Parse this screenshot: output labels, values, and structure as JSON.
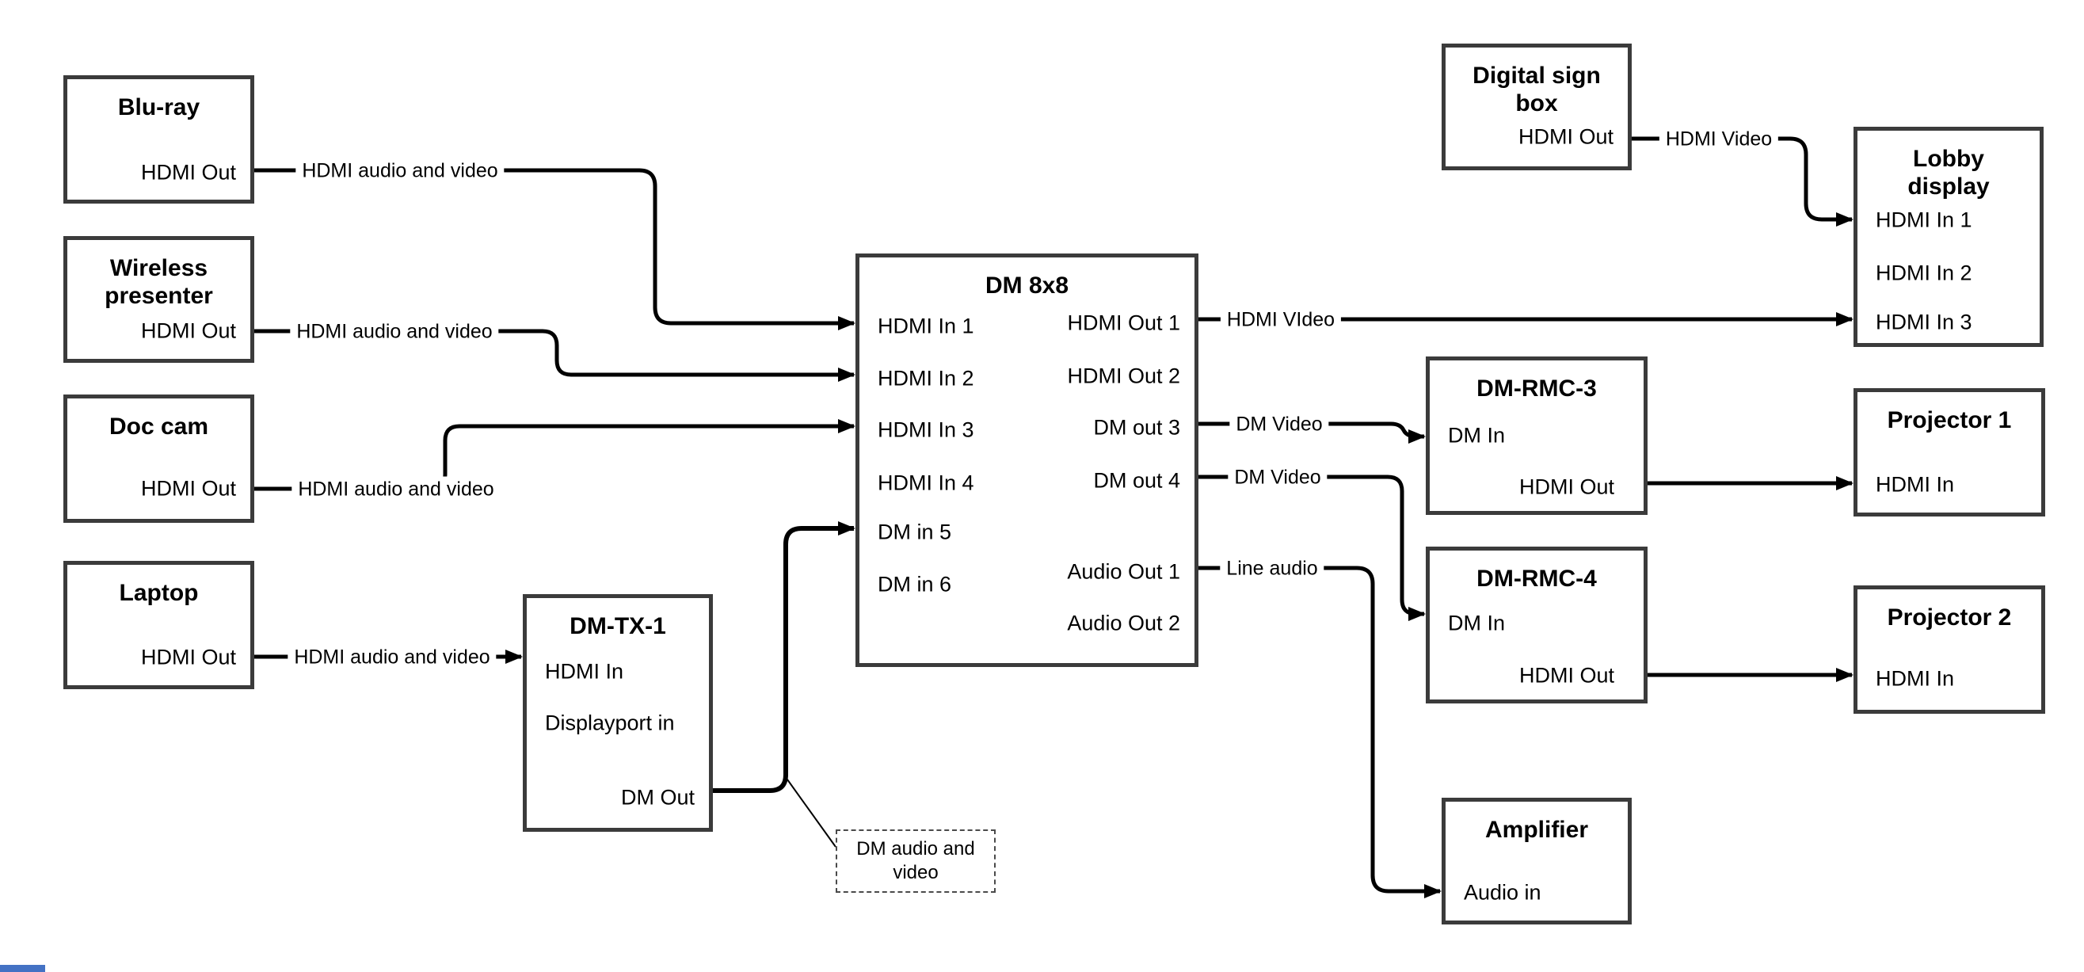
{
  "nodes": {
    "bluray": {
      "title": "Blu-ray",
      "port_hdmi_out": "HDMI Out"
    },
    "wireless": {
      "title": "Wireless presenter",
      "port_hdmi_out": "HDMI Out"
    },
    "doccam": {
      "title": "Doc cam",
      "port_hdmi_out": "HDMI Out"
    },
    "laptop": {
      "title": "Laptop",
      "port_hdmi_out": "HDMI Out"
    },
    "dmtx1": {
      "title": "DM-TX-1",
      "port_hdmi_in": "HDMI In",
      "port_dp_in": "Displayport in",
      "port_dm_out": "DM Out"
    },
    "dm8x8": {
      "title": "DM 8x8",
      "inputs": [
        "HDMI In 1",
        "HDMI In 2",
        "HDMI In 3",
        "HDMI In 4",
        "DM in 5",
        "DM in 6"
      ],
      "outputs": [
        "HDMI Out 1",
        "HDMI Out 2",
        "DM out 3",
        "DM out 4",
        "Audio Out 1",
        "Audio Out 2"
      ]
    },
    "signbox": {
      "title": "Digital sign box",
      "port_hdmi_out": "HDMI Out"
    },
    "lobby": {
      "title": "Lobby display",
      "inputs": [
        "HDMI In 1",
        "HDMI In 2",
        "HDMI In 3"
      ]
    },
    "rmc3": {
      "title": "DM-RMC-3",
      "port_dm_in": "DM In",
      "port_hdmi_out": "HDMI Out"
    },
    "proj1": {
      "title": "Projector 1",
      "port_hdmi_in": "HDMI In"
    },
    "rmc4": {
      "title": "DM-RMC-4",
      "port_dm_in": "DM In",
      "port_hdmi_out": "HDMI Out"
    },
    "proj2": {
      "title": "Projector 2",
      "port_hdmi_in": "HDMI In"
    },
    "amp": {
      "title": "Amplifier",
      "port_audio_in": "Audio in"
    }
  },
  "edges": {
    "bluray_to_dm": "HDMI audio and video",
    "wireless_to_dm": "HDMI audio and video",
    "doccam_to_dm": "HDMI audio and video",
    "laptop_to_tx": "HDMI audio and video",
    "hdmiout1_to_lobby": "HDMI VIdeo",
    "dmout3_to_rmc3": "DM Video",
    "dmout4_to_rmc4": "DM Video",
    "audioout1_to_amp": "Line audio",
    "sign_to_lobby": "HDMI Video",
    "dm_av_note": "DM audio and video"
  },
  "colors": {
    "line": "#000000",
    "box_border": "#3b3b3b",
    "accent_blue": "#4472c4"
  }
}
